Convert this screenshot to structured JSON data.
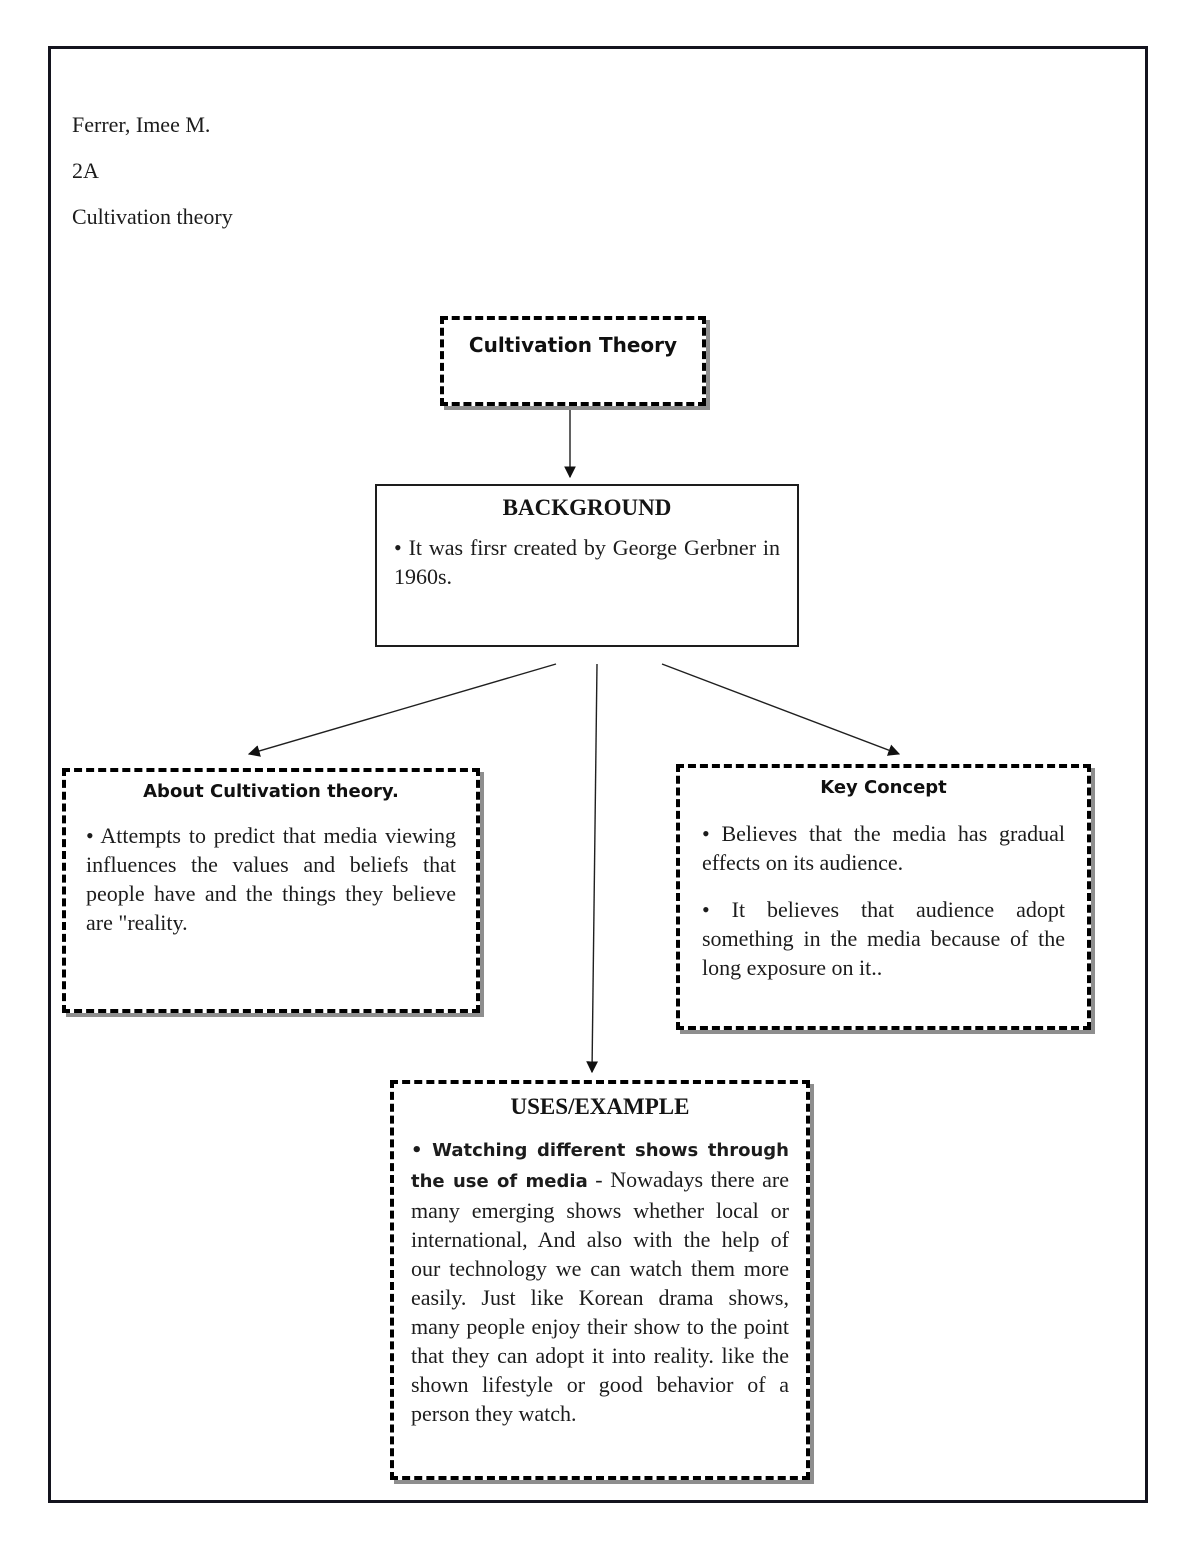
{
  "header": {
    "lines": [
      "Ferrer, Imee M.",
      "2A",
      "Cultivation theory"
    ]
  },
  "diagram": {
    "root": {
      "title": "Cultivation Theory"
    },
    "background": {
      "title": "BACKGROUND",
      "bullets": [
        "• It was firsr created by George Gerbner in 1960s."
      ]
    },
    "about": {
      "title": "About Cultivation theory.",
      "bullets": [
        "• Attempts to predict that media viewing influences the values and beliefs that people have and the things they believe are \"reality."
      ]
    },
    "key_concept": {
      "title": "Key Concept",
      "bullets": [
        "• Believes that the media has gradual effects on its audience.",
        "• It believes that audience adopt something in the media because of the long exposure on it.."
      ]
    },
    "uses": {
      "title": "USES/EXAMPLE",
      "example_label": "• Watching different shows through the use of media",
      "example_text": " - Nowadays there are many emerging shows whether local or international, And also with the help of our technology we can watch them more easily. Just like Korean drama shows, many people enjoy their show to the point that they can adopt it into reality. like the shown lifestyle or good behavior of a person they watch."
    }
  },
  "colors": {
    "box_border": "#000000",
    "box_shadow": "#8e8e8e",
    "frame_border": "#14141e",
    "text": "#1c1c1c"
  }
}
